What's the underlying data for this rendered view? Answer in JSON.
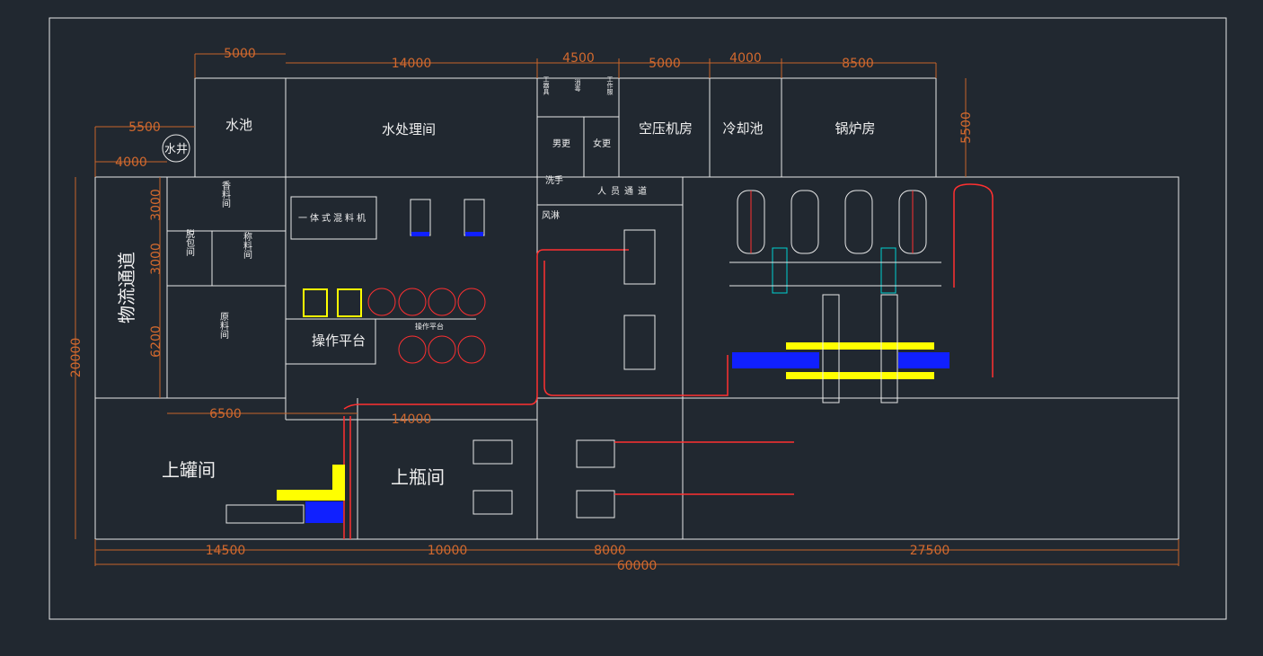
{
  "dimensions": {
    "top": [
      "5000",
      "14000",
      "4500",
      "5000",
      "4000",
      "8500"
    ],
    "left_top": [
      "5500",
      "4000"
    ],
    "right": "5500",
    "left_vertical": [
      "3000",
      "3000",
      "6200"
    ],
    "overall_height": "20000",
    "middle": [
      "6500",
      "14000"
    ],
    "bottom": [
      "14500",
      "10000",
      "8000",
      "27500"
    ],
    "overall_width": "60000"
  },
  "rooms": {
    "water_pool": "水池",
    "water_treatment": "水处理间",
    "air_compressor": "空压机房",
    "cooling_pool": "冷却池",
    "boiler": "锅炉房",
    "well": "水井",
    "logistics": "物流通道",
    "spice": "香料间",
    "unpack": "脱包间",
    "weighing": "称料间",
    "raw_material": "原料间",
    "platform": "操作平台",
    "platform_small": "操作平台",
    "can_loading": "上罐间",
    "bottle_loading": "上瓶间",
    "men": "男更",
    "women": "女更",
    "tools": "工器具",
    "sterilize": "消毒",
    "work_clothes": "工作服",
    "hand_wash": "洗手",
    "air_shower": "风淋",
    "personnel_passage": "人员通道",
    "mixer": "一体式混料机"
  },
  "colors": {
    "background": "#212830",
    "dimension": "#c8642a",
    "wall": "#e8e8e8",
    "conveyor": "#ff3030"
  }
}
